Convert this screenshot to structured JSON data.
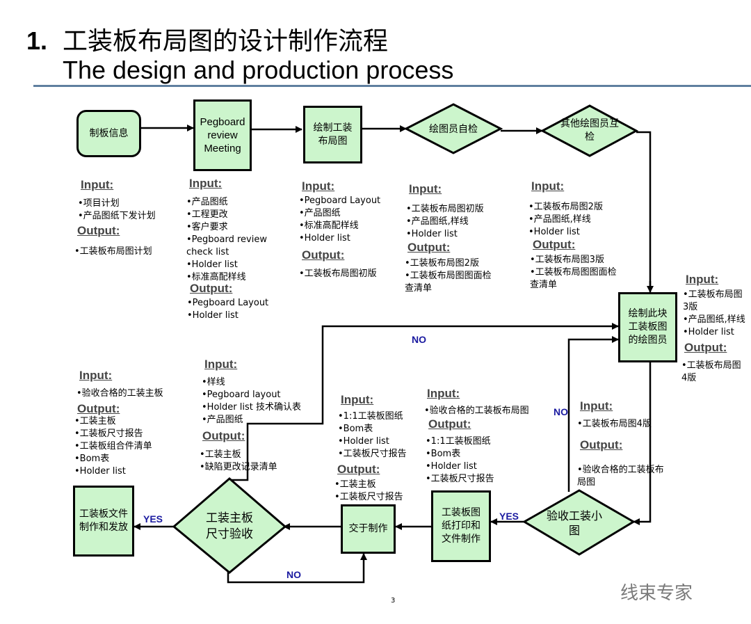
{
  "header": {
    "number": "1.",
    "title_cn": "工装板布局图的设计制作流程",
    "title_en": "The design and production process"
  },
  "nodes": {
    "n1": "制板信息",
    "n2": "Pegboard review Meeting",
    "n3": "绘制工装布局图",
    "n4": "绘图员自检",
    "n5": "其他绘图员互检",
    "n6": "绘制此块工装板图的绘图员",
    "n7": "验收工装小图",
    "n8": "工装板图纸打印和文件制作",
    "n9": "交于制作",
    "n10": "工装主板尺寸验收",
    "n11": "工装板文件制作和发放"
  },
  "labels": {
    "input": "Input:",
    "output": "Output:"
  },
  "blocks": {
    "b1": {
      "in": [
        "•项目计划",
        "•产品图纸下发计划"
      ],
      "out": [
        "•工装板布局图计划"
      ]
    },
    "b2": {
      "in": [
        "•产品图纸",
        "•工程更改",
        "•客户要求",
        "•Pegboard review",
        "check list",
        "•Holder list",
        "•标准高配样线"
      ],
      "out": [
        "•Pegboard Layout",
        "•Holder list"
      ]
    },
    "b3": {
      "in": [
        "•Pegboard Layout",
        "•产品图纸",
        "•标准高配样线",
        "•Holder list"
      ],
      "out": [
        "•工装板布局图初版"
      ]
    },
    "b4": {
      "in": [
        "•工装板布局图初版",
        "•产品图纸,样线",
        "•Holder list"
      ],
      "out": [
        "•工装板布局图2版",
        "•工装板布局图图面检",
        "查清单"
      ]
    },
    "b5": {
      "in": [
        "•工装板布局图2版",
        "•产品图纸,样线",
        "•Holder list"
      ],
      "out": [
        "•工装板布局图3版",
        "•工装板布局图图面检",
        "查清单"
      ]
    },
    "b6": {
      "in": [
        "•工装板布局图",
        "3版",
        "•产品图纸,样线",
        "•Holder list"
      ],
      "out": [
        "•工装板布局图",
        "4版"
      ]
    },
    "b7": {
      "in": [
        "•工装板布局图4版"
      ],
      "out": [
        "•验收合格的工装板布",
        "局图"
      ]
    },
    "b8": {
      "in": [
        "•验收合格的工装板布局图"
      ],
      "out": [
        "•1:1工装板图纸",
        "•Bom表",
        "•Holder list",
        "•工装板尺寸报告"
      ]
    },
    "b9": {
      "in": [
        "•1:1工装板图纸",
        "•Bom表",
        "•Holder list",
        "•工装板尺寸报告"
      ],
      "out": [
        "•工装主板",
        "•工装板尺寸报告"
      ]
    },
    "b10": {
      "in": [
        "•样线",
        "•Pegboard  layout",
        "•Holder list 技术确认表",
        "•产品图纸"
      ],
      "out": [
        "•工装主板",
        "•缺陷更改记录清单"
      ]
    },
    "b11": {
      "in": [
        "•验收合格的工装主板"
      ],
      "out": [
        "•工装主板",
        "•工装板尺寸报告",
        "•工装板组合件清单",
        "•Bom表",
        "•Holder list"
      ]
    }
  },
  "edges": {
    "no": "NO",
    "yes": "YES"
  },
  "footer": {
    "page": "3",
    "watermark": "线束专家"
  }
}
